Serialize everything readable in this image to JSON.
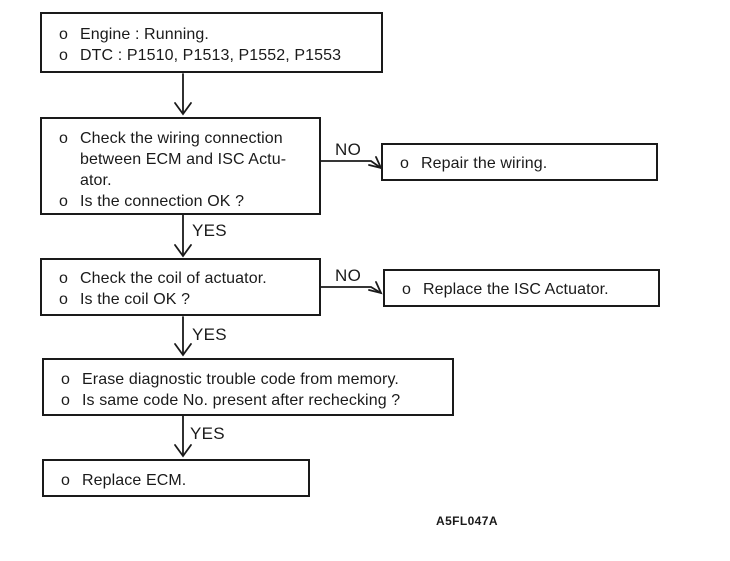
{
  "figure_code": "A5FL047A",
  "labels": {
    "yes": "YES",
    "no": "NO"
  },
  "colors": {
    "ink": "#1a1a1a",
    "background": "#ffffff"
  },
  "nodes": {
    "start": {
      "lines": [
        {
          "b": "o",
          "t": "Engine : Running."
        },
        {
          "b": "o",
          "t": "DTC : P1510, P1513, P1552, P1553"
        }
      ]
    },
    "check_wiring": {
      "lines": [
        {
          "b": "o",
          "t": "Check the wiring connection"
        },
        {
          "b": "",
          "t": "between ECM and ISC Actu-"
        },
        {
          "b": "",
          "t": "ator."
        },
        {
          "b": "o",
          "t": "Is the connection OK ?"
        }
      ]
    },
    "repair_wiring": {
      "lines": [
        {
          "b": "o",
          "t": "Repair the wiring."
        }
      ]
    },
    "check_coil": {
      "lines": [
        {
          "b": "o",
          "t": "Check the coil of actuator."
        },
        {
          "b": "o",
          "t": "Is the coil OK ?"
        }
      ]
    },
    "replace_isc_actuator": {
      "lines": [
        {
          "b": "o",
          "t": "Replace the ISC Actuator."
        }
      ]
    },
    "erase_dtc": {
      "lines": [
        {
          "b": "o",
          "t": "Erase diagnostic trouble code from memory."
        },
        {
          "b": "o",
          "t": "Is same code No. present after rechecking ?"
        }
      ]
    },
    "replace_ecm": {
      "lines": [
        {
          "b": "o",
          "t": "Replace ECM."
        }
      ]
    }
  }
}
